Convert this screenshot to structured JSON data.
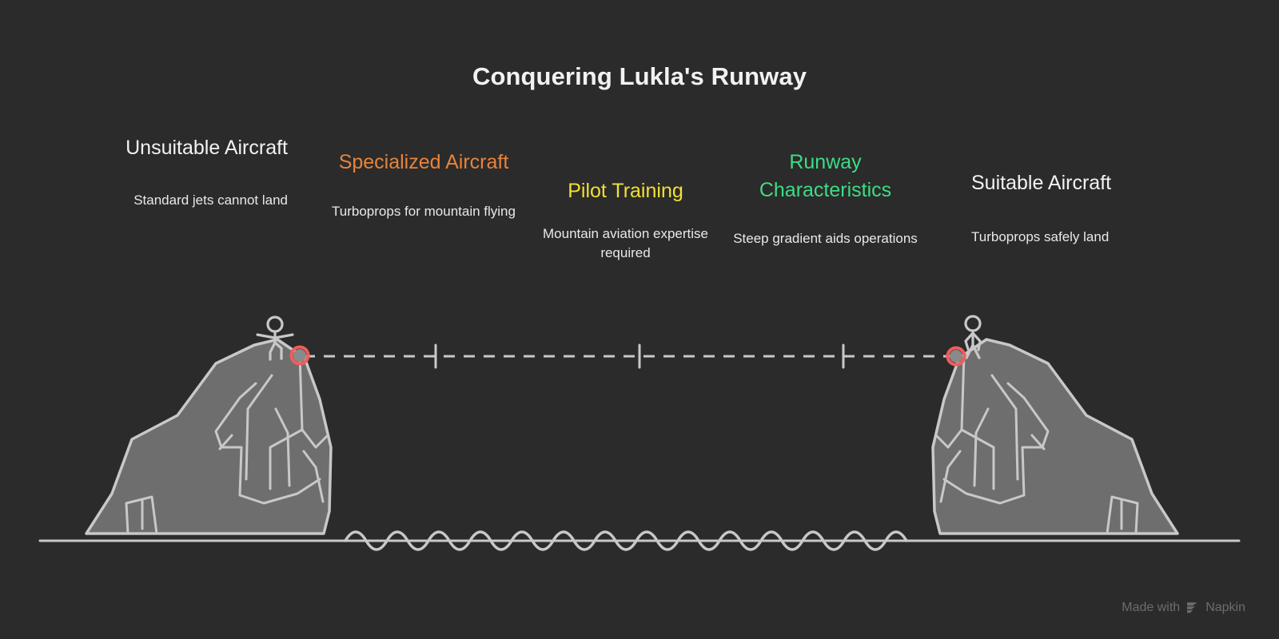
{
  "title": "Conquering Lukla's Runway",
  "background_color": "#2b2b2b",
  "colors": {
    "title": "#f2f2f2",
    "body_text": "#e8e8e8",
    "mountain_fill": "#6e6e6e",
    "mountain_stroke": "#c8c8c8",
    "marker_ring": "#f25c5c",
    "marker_center": "#8a8a8a",
    "dashed_line": "#c8c8c8",
    "watermark": "#6c6c6c"
  },
  "columns": [
    {
      "id": "unsuitable-aircraft",
      "heading": "Unsuitable Aircraft",
      "heading_color": "#f2f2f2",
      "body": "Standard jets cannot land",
      "align": "right"
    },
    {
      "id": "specialized-aircraft",
      "heading": "Specialized Aircraft",
      "heading_color": "#e8833a",
      "body": "Turboprops for mountain flying",
      "align": "center"
    },
    {
      "id": "pilot-training",
      "heading": "Pilot Training",
      "heading_color": "#f2e033",
      "body": "Mountain aviation expertise required",
      "align": "center"
    },
    {
      "id": "runway-characteristics",
      "heading": "Runway Characteristics",
      "heading_color": "#3ddc84",
      "body": "Steep gradient aids operations",
      "align": "center"
    },
    {
      "id": "suitable-aircraft",
      "heading": "Suitable Aircraft",
      "heading_color": "#f2f2f2",
      "body": "Turboprops safely land",
      "align": "left"
    }
  ],
  "illustration": {
    "left_peak_label": "climber-on-left-peak",
    "right_peak_label": "climber-on-right-peak",
    "connector": "dashed-line-between-peaks",
    "ground": "horizon-line-with-waves",
    "tick_count": 3
  },
  "watermark": {
    "prefix": "Made with",
    "brand": "Napkin"
  }
}
